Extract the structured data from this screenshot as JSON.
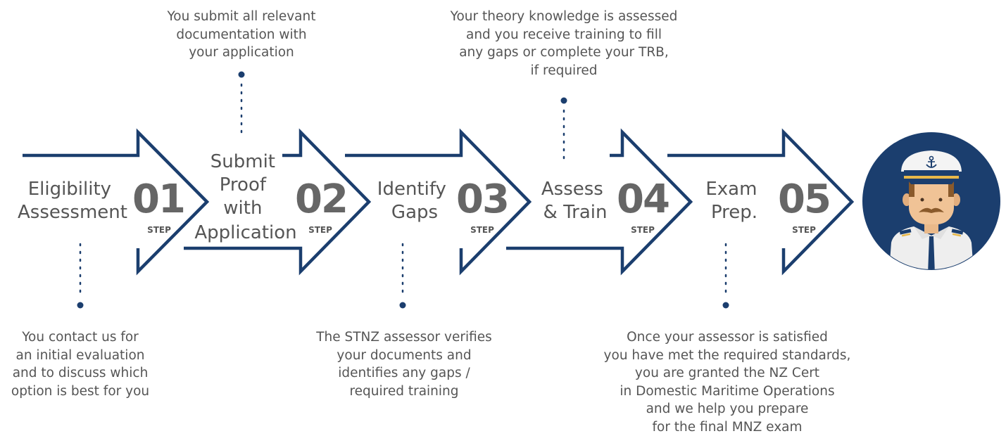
{
  "colors": {
    "primary": "#1b3e6e",
    "text": "#555555",
    "avatar_bg": "#1b3e6e"
  },
  "steps": [
    {
      "title": [
        "Eligibility",
        "Assessment"
      ],
      "number": "01",
      "label": "STEP",
      "description": [
        "You contact us for",
        "an initial evaluation",
        "and to discuss which",
        "option is best for you"
      ],
      "description_position": "below"
    },
    {
      "title": [
        "Submit",
        "Proof",
        "with",
        "Application"
      ],
      "number": "02",
      "label": "STEP",
      "description": [
        "You submit all relevant",
        "documentation with",
        "your application"
      ],
      "description_position": "above"
    },
    {
      "title": [
        "Identify",
        "Gaps"
      ],
      "number": "03",
      "label": "STEP",
      "description": [
        "The STNZ assessor verifies",
        "your documents and",
        "identifies any gaps /",
        "required training"
      ],
      "description_position": "below"
    },
    {
      "title": [
        "Assess",
        "& Train"
      ],
      "number": "04",
      "label": "STEP",
      "description": [
        "Your theory knowledge is assessed",
        "and you receive training to fill",
        "any gaps or complete your TRB,",
        "if required"
      ],
      "description_position": "above"
    },
    {
      "title": [
        "Exam",
        "Prep."
      ],
      "number": "05",
      "label": "STEP",
      "description": [
        "Once your assessor is satisfied",
        "you have met the required standards,",
        "you are granted the NZ Cert",
        "in Domestic Maritime Operations",
        "and we help you prepare",
        "for the final MNZ exam"
      ],
      "description_position": "below"
    }
  ],
  "avatar": {
    "icon": "ship-captain-icon"
  }
}
